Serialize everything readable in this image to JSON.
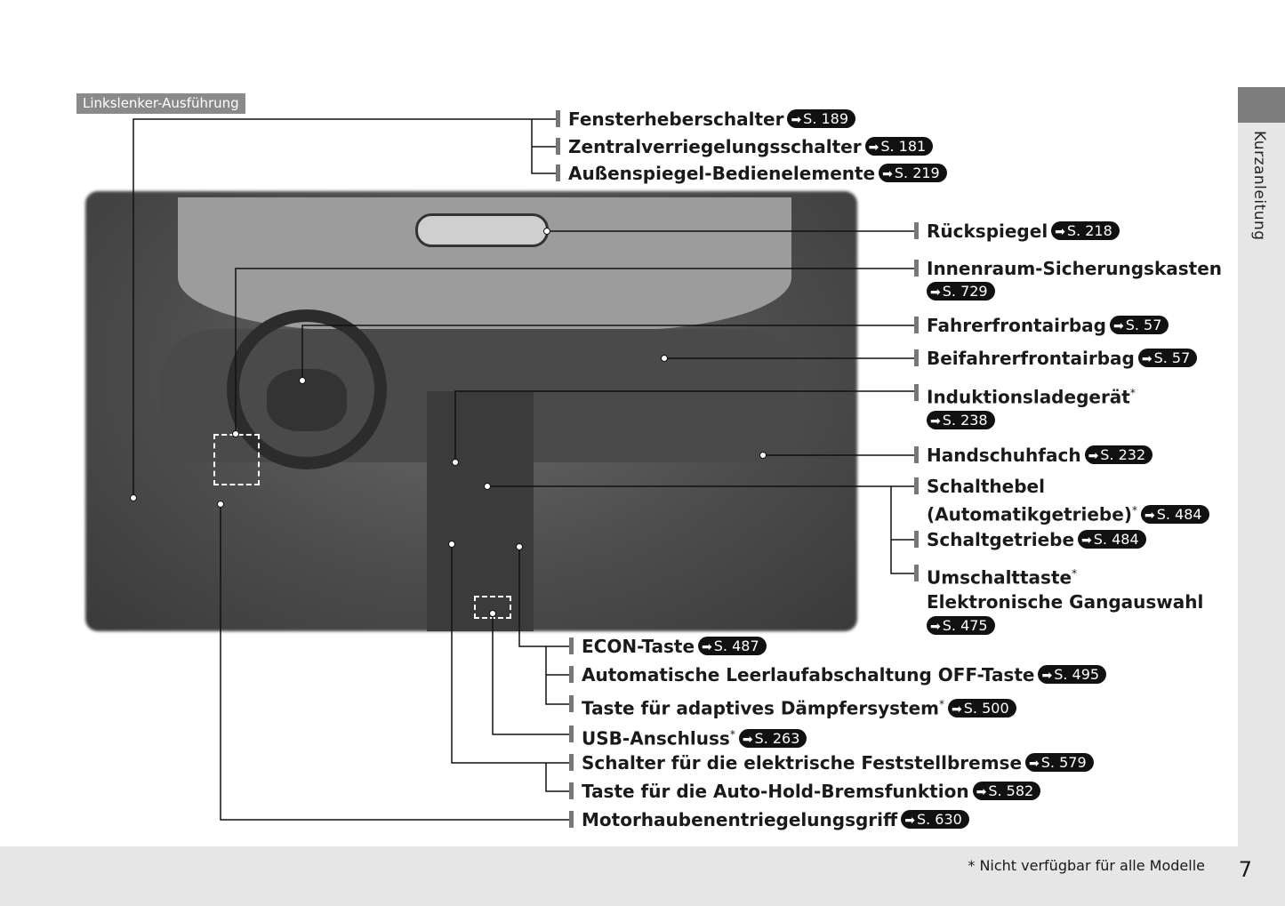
{
  "variant_label": "Linkslenker-Ausführung",
  "side_tab": "Kurzanleitung",
  "footnote": "* Nicht verfügbar für alle Modelle",
  "page_number": "7",
  "callouts": [
    {
      "label": "Fensterheberschalter",
      "ref": "S. 189"
    },
    {
      "label": "Zentralverriegelungsschalter",
      "ref": "S. 181"
    },
    {
      "label": "Außenspiegel-Bedienelemente",
      "ref": "S. 219"
    },
    {
      "label": "Rückspiegel",
      "ref": "S. 218"
    },
    {
      "label": "Innenraum-Sicherungskasten",
      "ref": "S. 729"
    },
    {
      "label": "Fahrerfrontairbag",
      "ref": "S. 57"
    },
    {
      "label": "Beifahrerfrontairbag",
      "ref": "S. 57"
    },
    {
      "label": "Induktionsladegerät",
      "ref": "S. 238"
    },
    {
      "label": "Handschuhfach",
      "ref": "S. 232"
    },
    {
      "label": "Schalthebel",
      "label2": "(Automatikgetriebe)",
      "ref": "S. 484"
    },
    {
      "label": "Schaltgetriebe",
      "ref": "S. 484"
    },
    {
      "label": "Umschalttaste",
      "label2": "Elektronische Gangauswahl",
      "ref": "S. 475"
    },
    {
      "label": "ECON-Taste",
      "ref": "S. 487"
    },
    {
      "label": "Automatische Leerlaufabschaltung OFF-Taste",
      "ref": "S. 495"
    },
    {
      "label": "Taste für adaptives Dämpfersystem",
      "ref": "S. 500"
    },
    {
      "label": "USB-Anschluss",
      "ref": "S. 263"
    },
    {
      "label": "Schalter für die elektrische Feststellbremse",
      "ref": "S. 579"
    },
    {
      "label": "Taste für die Auto-Hold-Bremsfunktion",
      "ref": "S. 582"
    },
    {
      "label": "Motorhaubenentriegelungsgriff",
      "ref": "S. 630"
    }
  ],
  "asterisk": "*"
}
